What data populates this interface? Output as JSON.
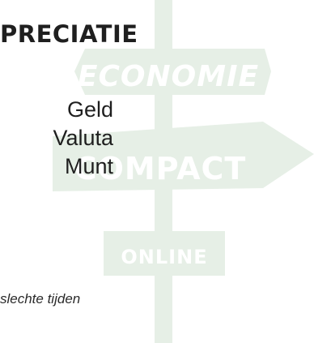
{
  "header": {
    "title": "PRECIATIE"
  },
  "logo": {
    "sign_top": "ECONOMIE",
    "sign_middle": "COMPACT",
    "sign_bottom": "ONLINE",
    "color": "#e6efe6"
  },
  "terms": [
    "Geld",
    "Valuta",
    "Munt"
  ],
  "note": "slechte tijden"
}
